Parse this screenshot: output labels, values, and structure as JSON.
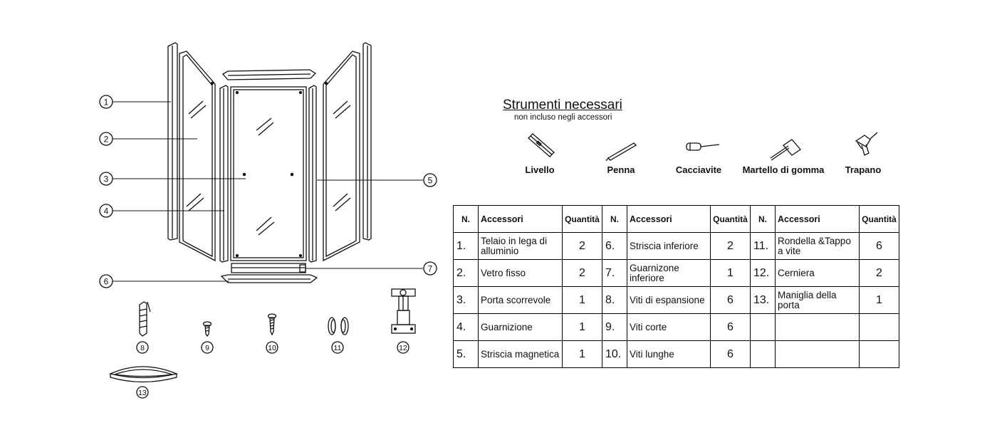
{
  "callouts": [
    "1",
    "2",
    "3",
    "4",
    "5",
    "6",
    "7"
  ],
  "accessory_numbers": [
    "8",
    "9",
    "10",
    "11",
    "12",
    "13"
  ],
  "tools": {
    "title": "Strumenti necessari",
    "subtitle": "non incluso negli accessori",
    "items": [
      {
        "label": "Livello",
        "icon": "level-icon"
      },
      {
        "label": "Penna",
        "icon": "pen-icon"
      },
      {
        "label": "Cacciavite",
        "icon": "screwdriver-icon"
      },
      {
        "label": "Martello di gomma",
        "icon": "rubber-hammer-icon"
      },
      {
        "label": "Trapano",
        "icon": "drill-icon"
      }
    ]
  },
  "table": {
    "headers": {
      "n": "N.",
      "name": "Accessori",
      "qty": "Quantità"
    },
    "rows": [
      [
        {
          "n": "1.",
          "name": "Telaio in lega di alluminio",
          "qty": "2"
        },
        {
          "n": "6.",
          "name": "Striscia inferiore",
          "qty": "2"
        },
        {
          "n": "11.",
          "name": "Rondella &Tappo a vite",
          "qty": "6"
        }
      ],
      [
        {
          "n": "2.",
          "name": "Vetro fisso",
          "qty": "2"
        },
        {
          "n": "7.",
          "name": "Guarnizone inferiore",
          "qty": "1"
        },
        {
          "n": "12.",
          "name": "Cerniera",
          "qty": "2"
        }
      ],
      [
        {
          "n": "3.",
          "name": "Porta scorrevole",
          "qty": "1"
        },
        {
          "n": "8.",
          "name": "Viti di espansione",
          "qty": "6"
        },
        {
          "n": "13.",
          "name": "Maniglia della porta",
          "qty": "1"
        }
      ],
      [
        {
          "n": "4.",
          "name": "Guarnizione",
          "qty": "1"
        },
        {
          "n": "9.",
          "name": "Viti corte",
          "qty": "6"
        },
        {
          "n": "",
          "name": "",
          "qty": ""
        }
      ],
      [
        {
          "n": "5.",
          "name": "Striscia magnetica",
          "qty": "1"
        },
        {
          "n": "10.",
          "name": "Viti lunghe",
          "qty": "6"
        },
        {
          "n": "",
          "name": "",
          "qty": ""
        }
      ]
    ]
  }
}
